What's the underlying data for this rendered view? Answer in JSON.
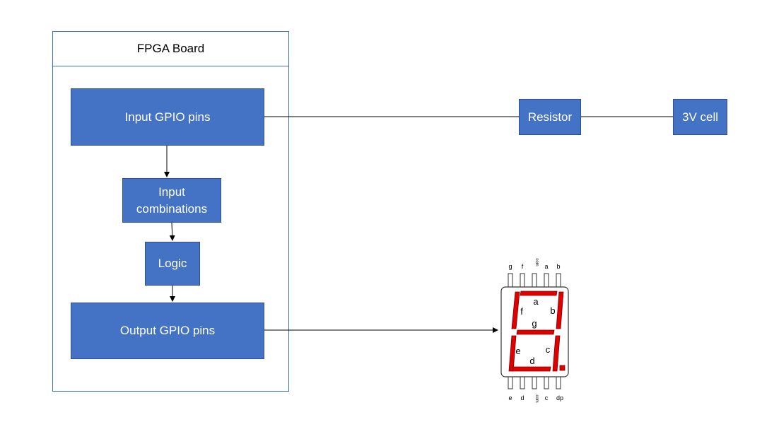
{
  "board": {
    "title": "FPGA Board"
  },
  "blocks": {
    "input_gpio": "Input GPIO pins",
    "input_combinations": "Input\ncombinations",
    "logic": "Logic",
    "output_gpio": "Output GPIO pins",
    "resistor": "Resistor",
    "cell": "3V cell"
  },
  "seven_segment": {
    "top_pins": [
      "g",
      "f",
      "com",
      "a",
      "b"
    ],
    "bottom_pins": [
      "e",
      "d",
      "com",
      "c",
      "dp"
    ],
    "segment_labels": [
      "a",
      "b",
      "f",
      "g",
      "e",
      "c",
      "d"
    ],
    "segment_color": "#e00000"
  },
  "colors": {
    "block_fill": "#4472c4",
    "board_border": "#3f6fbf"
  }
}
